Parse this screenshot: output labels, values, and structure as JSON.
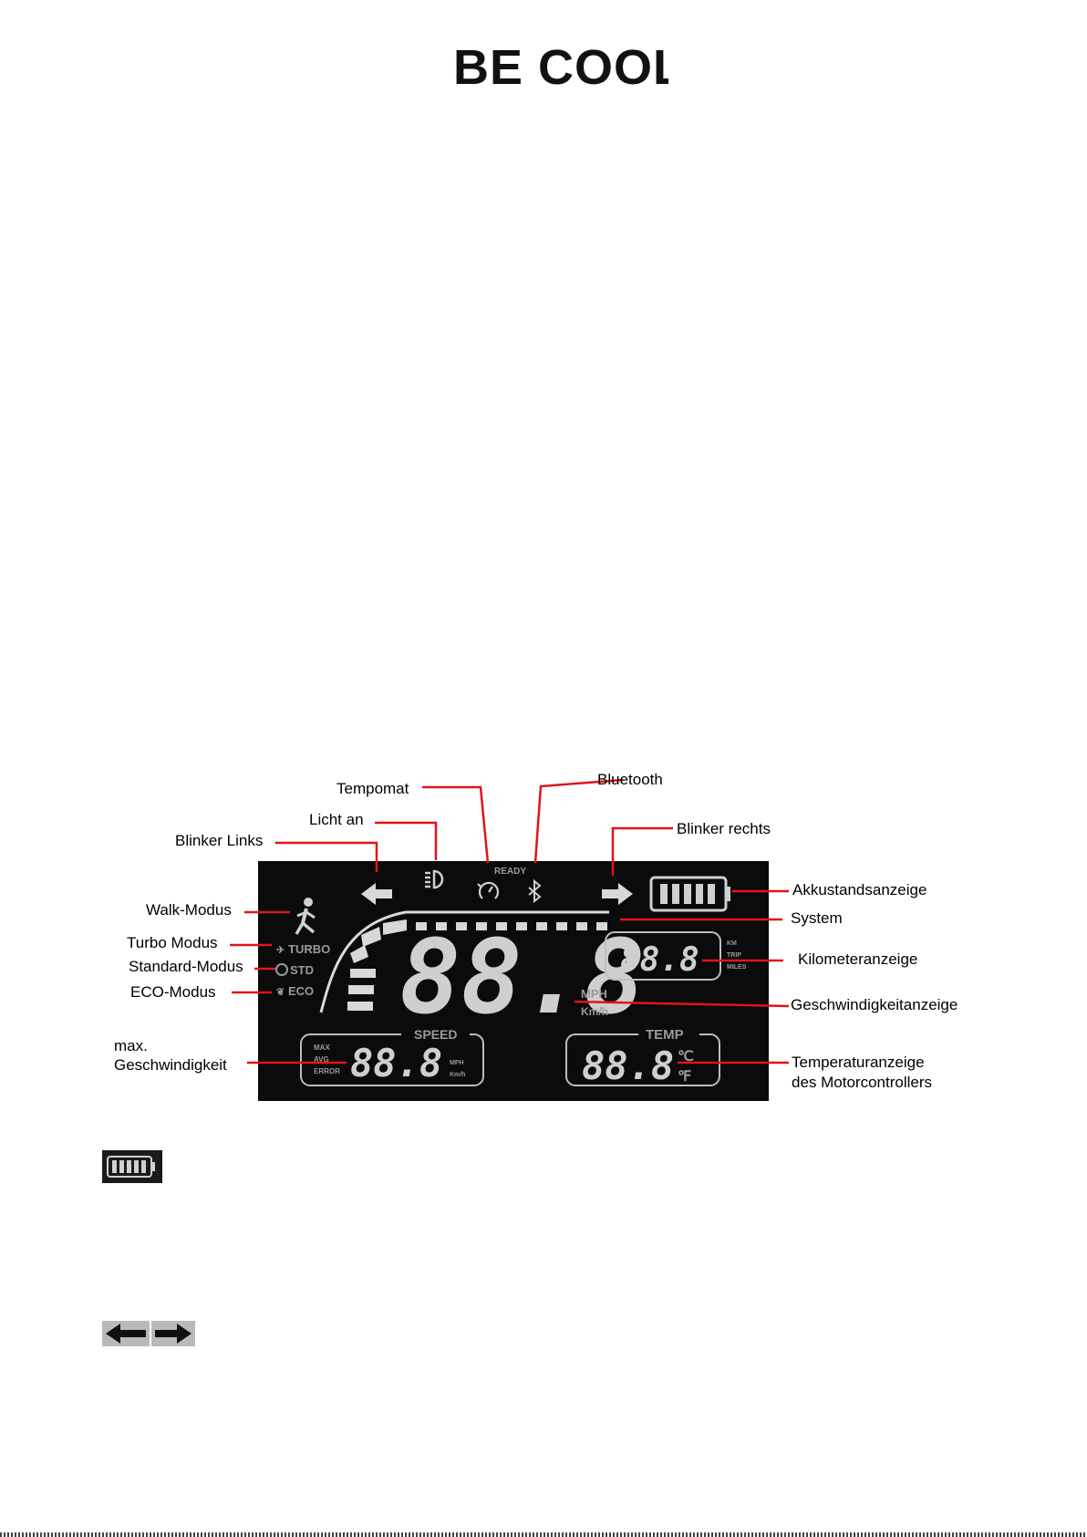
{
  "logo": {
    "text": "BE COOL"
  },
  "display": {
    "ready": "READY",
    "modes": {
      "turbo": "TURBO",
      "std": "STD",
      "eco": "ECO"
    },
    "speed_main": "88.8",
    "speed_units": {
      "mph": "MPH",
      "kmh": "Km/h"
    },
    "km_panel": {
      "digits": "88.8",
      "km": "KM",
      "trip": "TRIP",
      "miles": "MILES"
    },
    "speed_panel": {
      "title": "SPEED",
      "digits": "88.8",
      "max": "MAX",
      "avg": "AVG",
      "error": "ERROR",
      "mph": "MPH",
      "kmh": "Km/h"
    },
    "temp_panel": {
      "title": "TEMP",
      "digits": "88.8",
      "celsius": "℃",
      "fahrenheit": "℉"
    }
  },
  "labels": {
    "tempomat": "Tempomat",
    "bluetooth": "Bluetooth",
    "licht_an": "Licht an",
    "blinker_links": "Blinker Links",
    "blinker_rechts": "Blinker rechts",
    "akkustand": "Akkustandsanzeige",
    "walk": "Walk-Modus",
    "system": "System",
    "turbo": "Turbo Modus",
    "standard": "Standard-Modus",
    "kilometer": "Kilometeranzeige",
    "eco": "ECO-Modus",
    "geschwindigkeit": "Geschwindigkeitanzeige",
    "max_line1": "max.",
    "max_line2": "Geschwindigkeit",
    "temp_line1": "Temperaturanzeige",
    "temp_line2": "des Motorcontrollers"
  },
  "colors": {
    "callout": "#e0141a",
    "lcd_bg": "#0b0b0b",
    "lcd_fg": "#c9c9c9"
  }
}
